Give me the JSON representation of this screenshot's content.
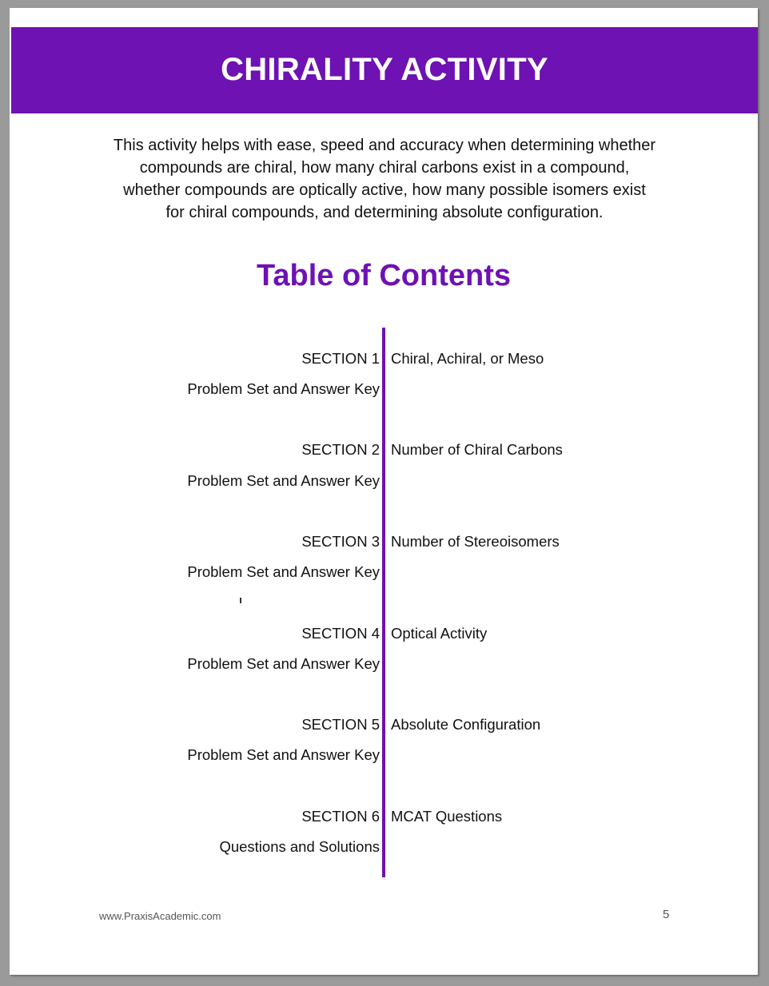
{
  "header": {
    "title": "CHIRALITY ACTIVITY"
  },
  "intro": {
    "lines": [
      "This activity helps with ease, speed and accuracy when determining whether",
      "compounds are chiral, how many chiral carbons exist in a compound,",
      "whether compounds are optically active, how many possible isomers exist",
      "for chiral compounds, and determining absolute configuration."
    ]
  },
  "toc": {
    "title": "Table of Contents",
    "sections": [
      {
        "label": "SECTION 1",
        "title": "Chiral, Achiral, or Meso",
        "sub": "Problem Set and Answer Key"
      },
      {
        "label": "SECTION 2",
        "title": "Number of Chiral Carbons",
        "sub": "Problem Set and Answer Key"
      },
      {
        "label": "SECTION 3",
        "title": "Number of Stereoisomers",
        "sub": "Problem Set and Answer Key"
      },
      {
        "label": "SECTION 4",
        "title": "Optical Activity",
        "sub": "Problem Set and Answer Key"
      },
      {
        "label": "SECTION 5",
        "title": "Absolute Configuration",
        "sub": "Problem Set and Answer Key"
      },
      {
        "label": "SECTION 6",
        "title": "MCAT Questions",
        "sub": "Questions and Solutions"
      }
    ]
  },
  "footer": {
    "url": "www.PraxisAcademic.com",
    "page_number": "5"
  },
  "colors": {
    "accent": "#6e12b3",
    "page_bg": "#ffffff",
    "frame_bg": "#9a9a9a"
  }
}
